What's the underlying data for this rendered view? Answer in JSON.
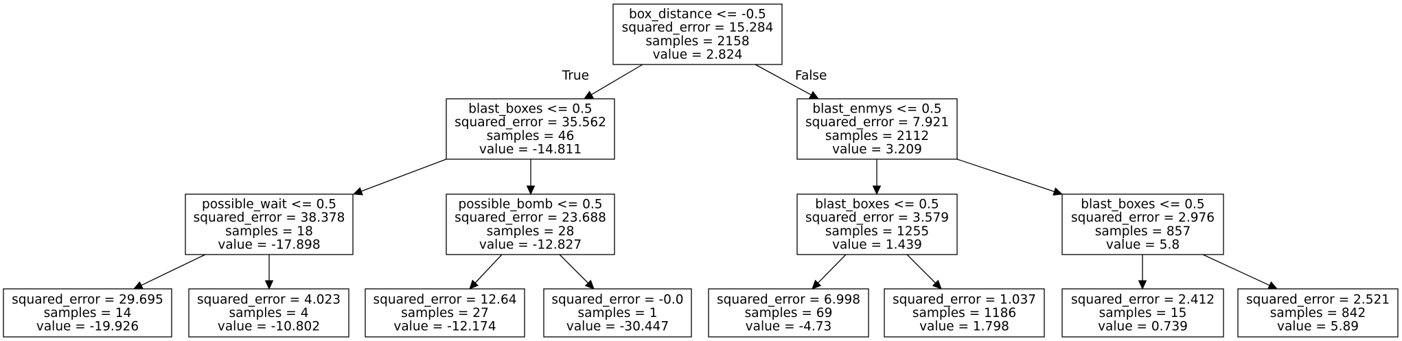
{
  "nodes": [
    {
      "id": "n0",
      "lines": [
        "box_distance <= -0.5",
        "squared_error = 15.284",
        "samples = 2158",
        "value = 2.824"
      ]
    },
    {
      "id": "n1",
      "lines": [
        "blast_boxes <= 0.5",
        "squared_error = 35.562",
        "samples = 46",
        "value = -14.811"
      ]
    },
    {
      "id": "n2",
      "lines": [
        "blast_enmys <= 0.5",
        "squared_error = 7.921",
        "samples = 2112",
        "value = 3.209"
      ]
    },
    {
      "id": "n3",
      "lines": [
        "possible_wait <= 0.5",
        "squared_error = 38.378",
        "samples = 18",
        "value = -17.898"
      ]
    },
    {
      "id": "n4",
      "lines": [
        "possible_bomb <= 0.5",
        "squared_error = 23.688",
        "samples = 28",
        "value = -12.827"
      ]
    },
    {
      "id": "n5",
      "lines": [
        "blast_boxes <= 0.5",
        "squared_error = 3.579",
        "samples = 1255",
        "value = 1.439"
      ]
    },
    {
      "id": "n6",
      "lines": [
        "blast_boxes <= 0.5",
        "squared_error = 2.976",
        "samples = 857",
        "value = 5.8"
      ]
    },
    {
      "id": "n7",
      "lines": [
        "squared_error = 29.695",
        "samples = 14",
        "value = -19.926"
      ]
    },
    {
      "id": "n8",
      "lines": [
        "squared_error = 4.023",
        "samples = 4",
        "value = -10.802"
      ]
    },
    {
      "id": "n9",
      "lines": [
        "squared_error = 12.64",
        "samples = 27",
        "value = -12.174"
      ]
    },
    {
      "id": "n10",
      "lines": [
        "squared_error = -0.0",
        "samples = 1",
        "value = -30.447"
      ]
    },
    {
      "id": "n11",
      "lines": [
        "squared_error = 6.998",
        "samples = 69",
        "value = -4.73"
      ]
    },
    {
      "id": "n12",
      "lines": [
        "squared_error = 1.037",
        "samples = 1186",
        "value = 1.798"
      ]
    },
    {
      "id": "n13",
      "lines": [
        "squared_error = 2.412",
        "samples = 15",
        "value = 0.739"
      ]
    },
    {
      "id": "n14",
      "lines": [
        "squared_error = 2.521",
        "samples = 842",
        "value = 5.89"
      ]
    }
  ],
  "edges": [
    {
      "from": "n0",
      "to": "n1",
      "label": "True"
    },
    {
      "from": "n0",
      "to": "n2",
      "label": "False"
    },
    {
      "from": "n1",
      "to": "n3",
      "label": ""
    },
    {
      "from": "n1",
      "to": "n4",
      "label": ""
    },
    {
      "from": "n2",
      "to": "n5",
      "label": ""
    },
    {
      "from": "n2",
      "to": "n6",
      "label": ""
    },
    {
      "from": "n3",
      "to": "n7",
      "label": ""
    },
    {
      "from": "n3",
      "to": "n8",
      "label": ""
    },
    {
      "from": "n4",
      "to": "n9",
      "label": ""
    },
    {
      "from": "n4",
      "to": "n10",
      "label": ""
    },
    {
      "from": "n5",
      "to": "n11",
      "label": ""
    },
    {
      "from": "n5",
      "to": "n12",
      "label": ""
    },
    {
      "from": "n6",
      "to": "n13",
      "label": ""
    },
    {
      "from": "n6",
      "to": "n14",
      "label": ""
    }
  ]
}
